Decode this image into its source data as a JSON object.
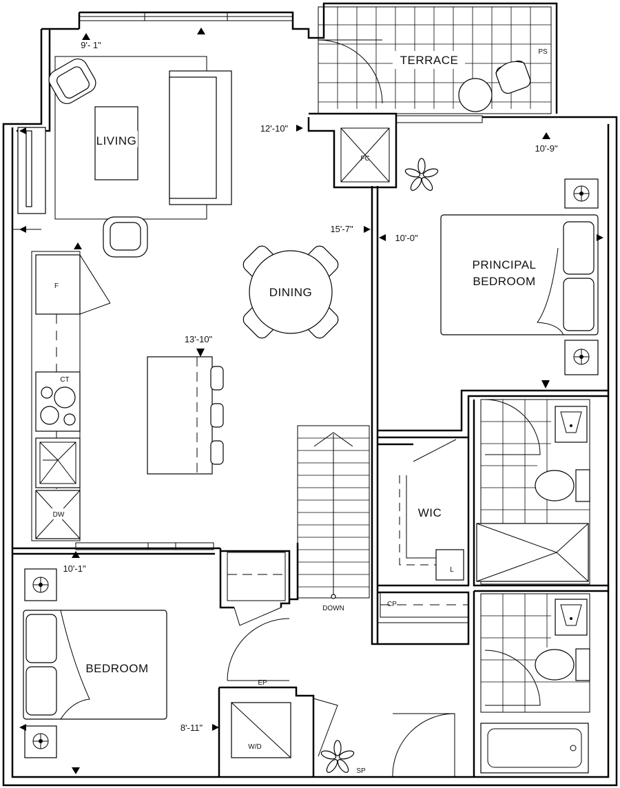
{
  "rooms": {
    "terrace": "TERRACE",
    "living": "LIVING",
    "dining": "DINING",
    "principal_bedroom_line1": "PRINCIPAL",
    "principal_bedroom_line2": "BEDROOM",
    "wic": "WIC",
    "bedroom": "BEDROOM"
  },
  "dimensions": {
    "living_width": "9'- 1\"",
    "living_depth": "12'-10\"",
    "principal_width": "10'-9\"",
    "principal_depth": "10'-0\"",
    "dining_depth": "15'-7\"",
    "kitchen": "13'-10\"",
    "bedroom_width": "10'-1\"",
    "bedroom_depth": "8'-11\""
  },
  "labels": {
    "ps": "PS",
    "fc": "FC",
    "f": "F",
    "ct": "CT",
    "dw": "DW",
    "l": "L",
    "down": "DOWN",
    "cp": "CP",
    "ep": "EP",
    "wd": "W/D",
    "sp": "SP"
  }
}
